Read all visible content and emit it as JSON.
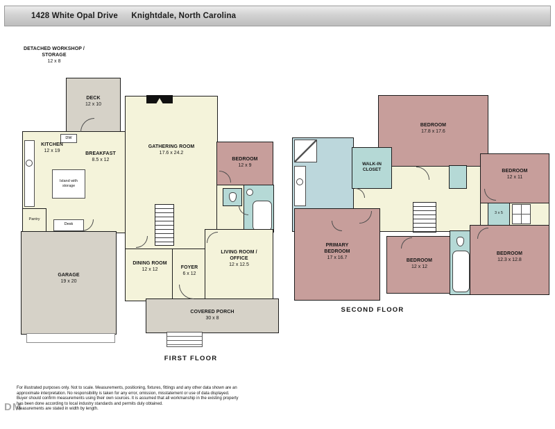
{
  "colors": {
    "cream": "#f4f3da",
    "pink": "#c79e9b",
    "teal": "#b5d9d6",
    "bath_blue": "#bcd7dc",
    "gray": "#d6d2c8",
    "wall": "#1c1c1c"
  },
  "header": {
    "address": "1428 White Opal Drive",
    "city": "Knightdale, North Carolina"
  },
  "ff": {
    "caption": "FIRST FLOOR",
    "workshop_line1": "DETACHED WORKSHOP /",
    "workshop_line2": "STORAGE",
    "workshop_dims": "12 x 8",
    "deck": {
      "name": "DECK",
      "dims": "12 x 10"
    },
    "kitchen": {
      "name": "KITCHEN",
      "dims": "12 x 19"
    },
    "dw": "DW",
    "island_line1": "Island with",
    "island_line2": "storage",
    "breakfast": {
      "name": "BREAKFAST",
      "dims": "8.5 x 12"
    },
    "gathering": {
      "name": "GATHERING ROOM",
      "dims": "17.6 x 24.2"
    },
    "bedroom": {
      "name": "BEDROOM",
      "dims": "12 x 9"
    },
    "pantry": "Pantry",
    "desk": "Desk",
    "garage": {
      "name": "GARAGE",
      "dims": "19 x 20"
    },
    "dining": {
      "name": "DINING ROOM",
      "dims": "12 x 12"
    },
    "foyer": {
      "name": "FOYER",
      "dims": "6 x 12"
    },
    "living": {
      "name1": "LIVING ROOM /",
      "name2": "OFFICE",
      "dims": "12 x 12.5"
    },
    "porch": {
      "name": "COVERED PORCH",
      "dims": "30 x 8"
    }
  },
  "sf": {
    "caption": "SECOND FLOOR",
    "bedroom_top": {
      "name": "BEDROOM",
      "dims": "17.8 x 17.6"
    },
    "walkin_line1": "WALK-IN",
    "walkin_line2": "CLOSET",
    "bedroom_right": {
      "name": "BEDROOM",
      "dims": "12 x 11"
    },
    "primary": {
      "name1": "PRIMARY",
      "name2": "BEDROOM",
      "dims": "17 x 16.7"
    },
    "bedroom_mid": {
      "name": "BEDROOM",
      "dims": "12 x 12"
    },
    "bedroom_br": {
      "name": "BEDROOM",
      "dims": "12.3 x 12.8"
    },
    "closet_dims": "3 x 5"
  },
  "footer": {
    "line1": "For illustrated purposes only. Not to scale. Measurements, positioning, fixtures, fittings and any other data shown are an",
    "line2": "approximate interpretation. No responsibility is taken for any error, omission, misstatement or use of data displayed.",
    "line3": "Buyer should confirm measurements using their own sources. It is assumed that all workmanship in the existing property",
    "line4": "has been done according to local industry standards and permits duly obtained.",
    "line5": "Measurements are stated in width by length.",
    "watermark": "DM"
  }
}
